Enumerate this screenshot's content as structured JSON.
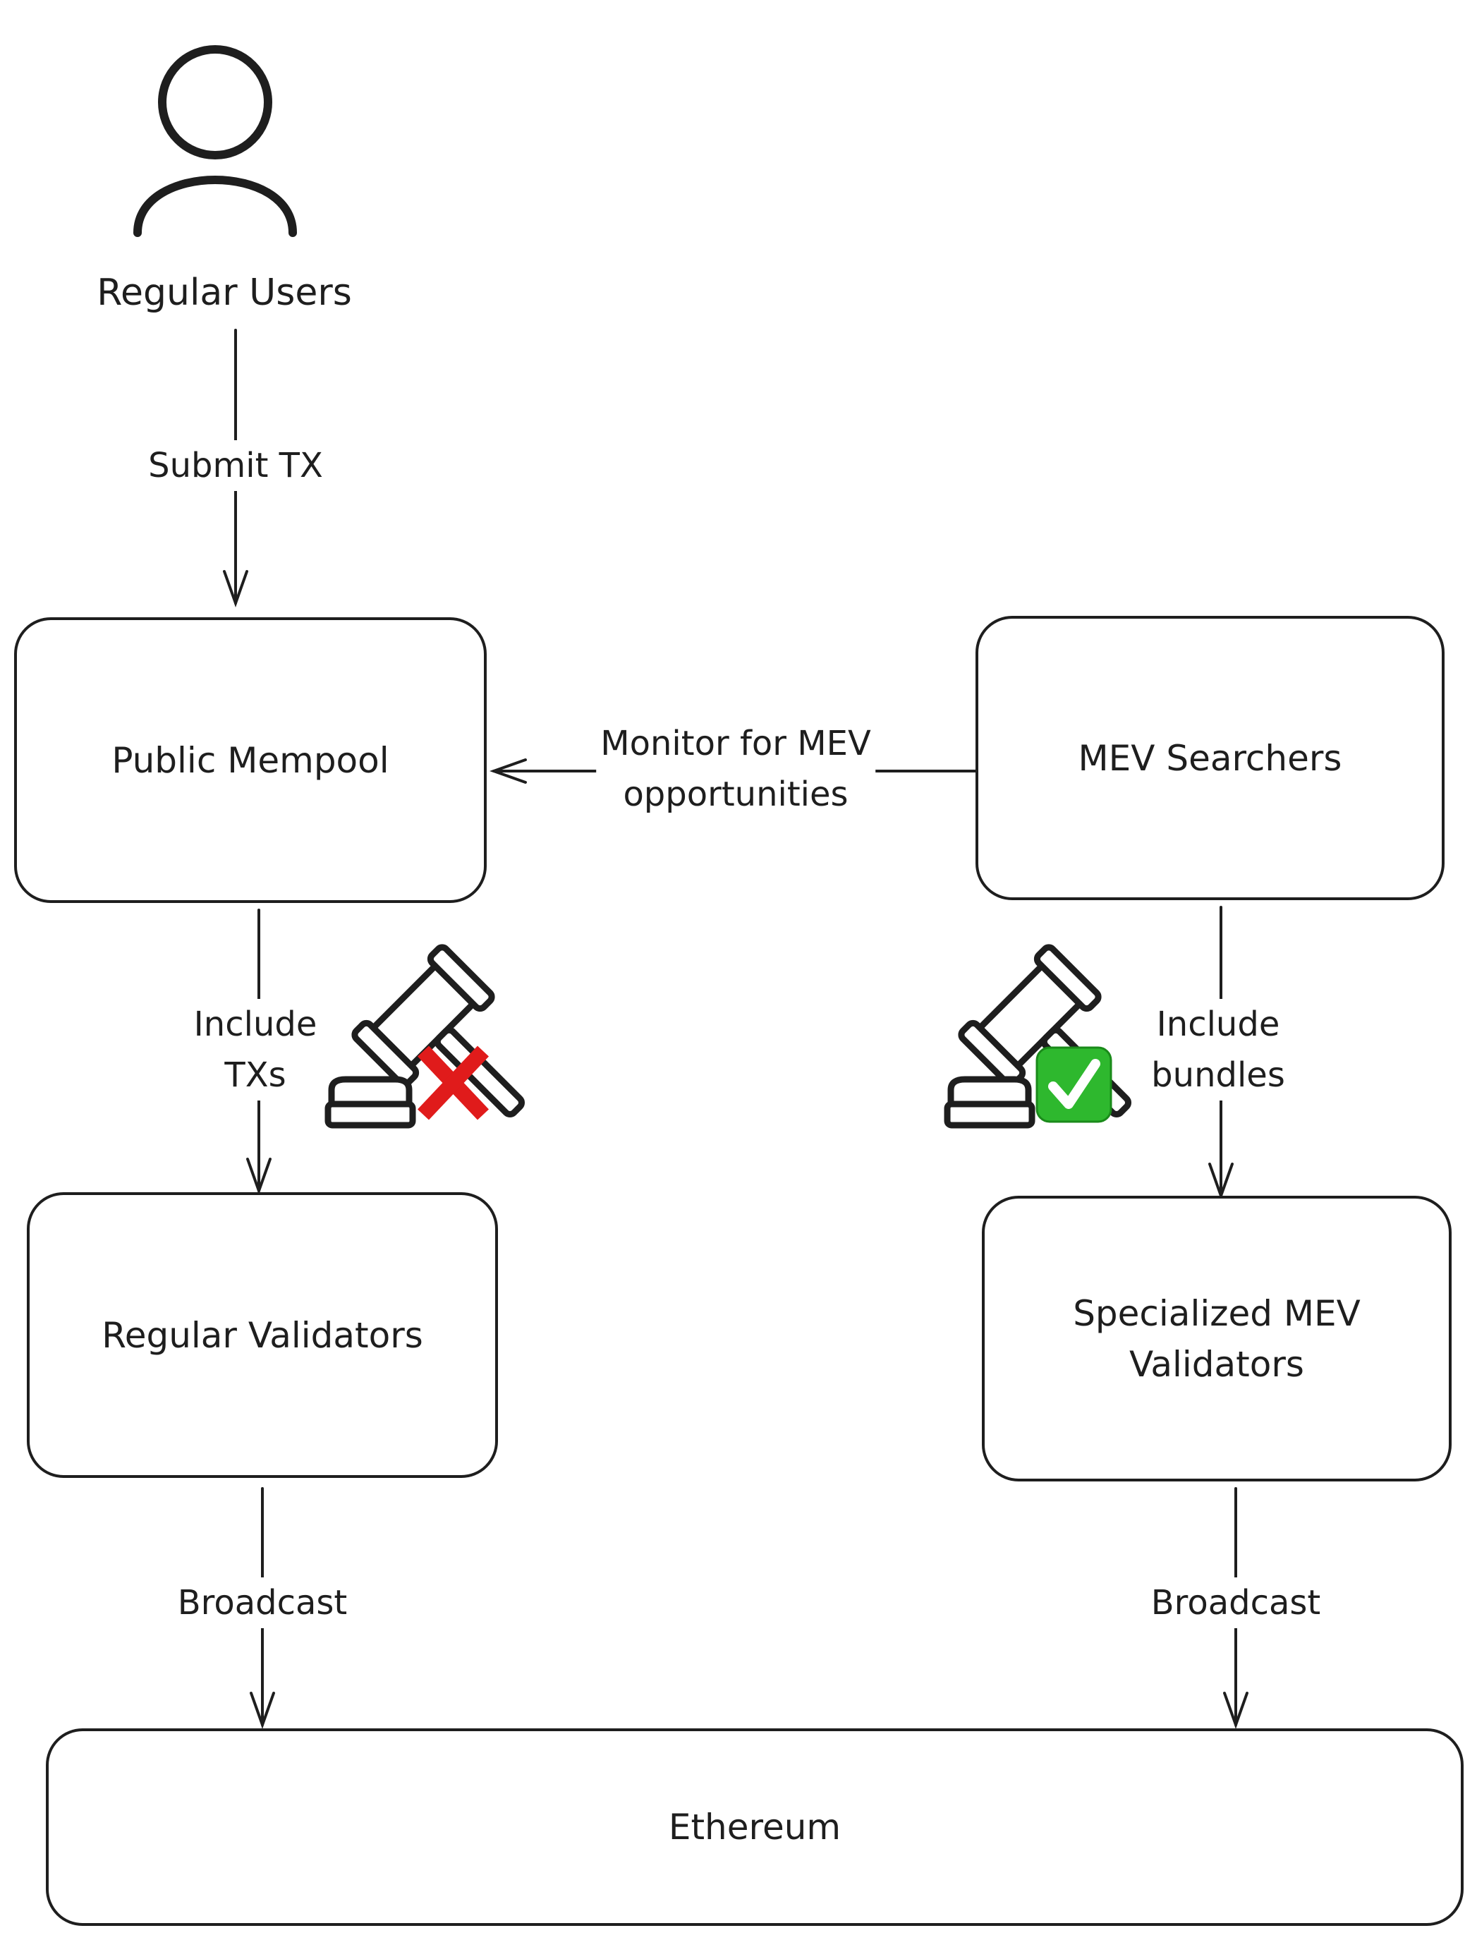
{
  "actor": {
    "label": "Regular Users",
    "icon": "user-icon"
  },
  "nodes": {
    "public_mempool": "Public Mempool",
    "mev_searchers": "MEV Searchers",
    "regular_validators": "Regular Validators",
    "specialized_validators": "Specialized MEV\nValidators",
    "ethereum": "Ethereum"
  },
  "edges": {
    "submit_tx": "Submit TX",
    "monitor": "Monitor for MEV\nopportunities",
    "include_txs": "Include\nTXs",
    "include_bundles": "Include\nbundles",
    "broadcast_left": "Broadcast",
    "broadcast_right": "Broadcast"
  },
  "icons": {
    "left_auction": "gavel-icon",
    "left_status": "cross-mark-icon",
    "right_auction": "gavel-icon",
    "right_status": "check-mark-icon"
  },
  "colors": {
    "stroke": "#1e1e1e",
    "cross": "#e01b1b",
    "check": "#2eb82e"
  }
}
